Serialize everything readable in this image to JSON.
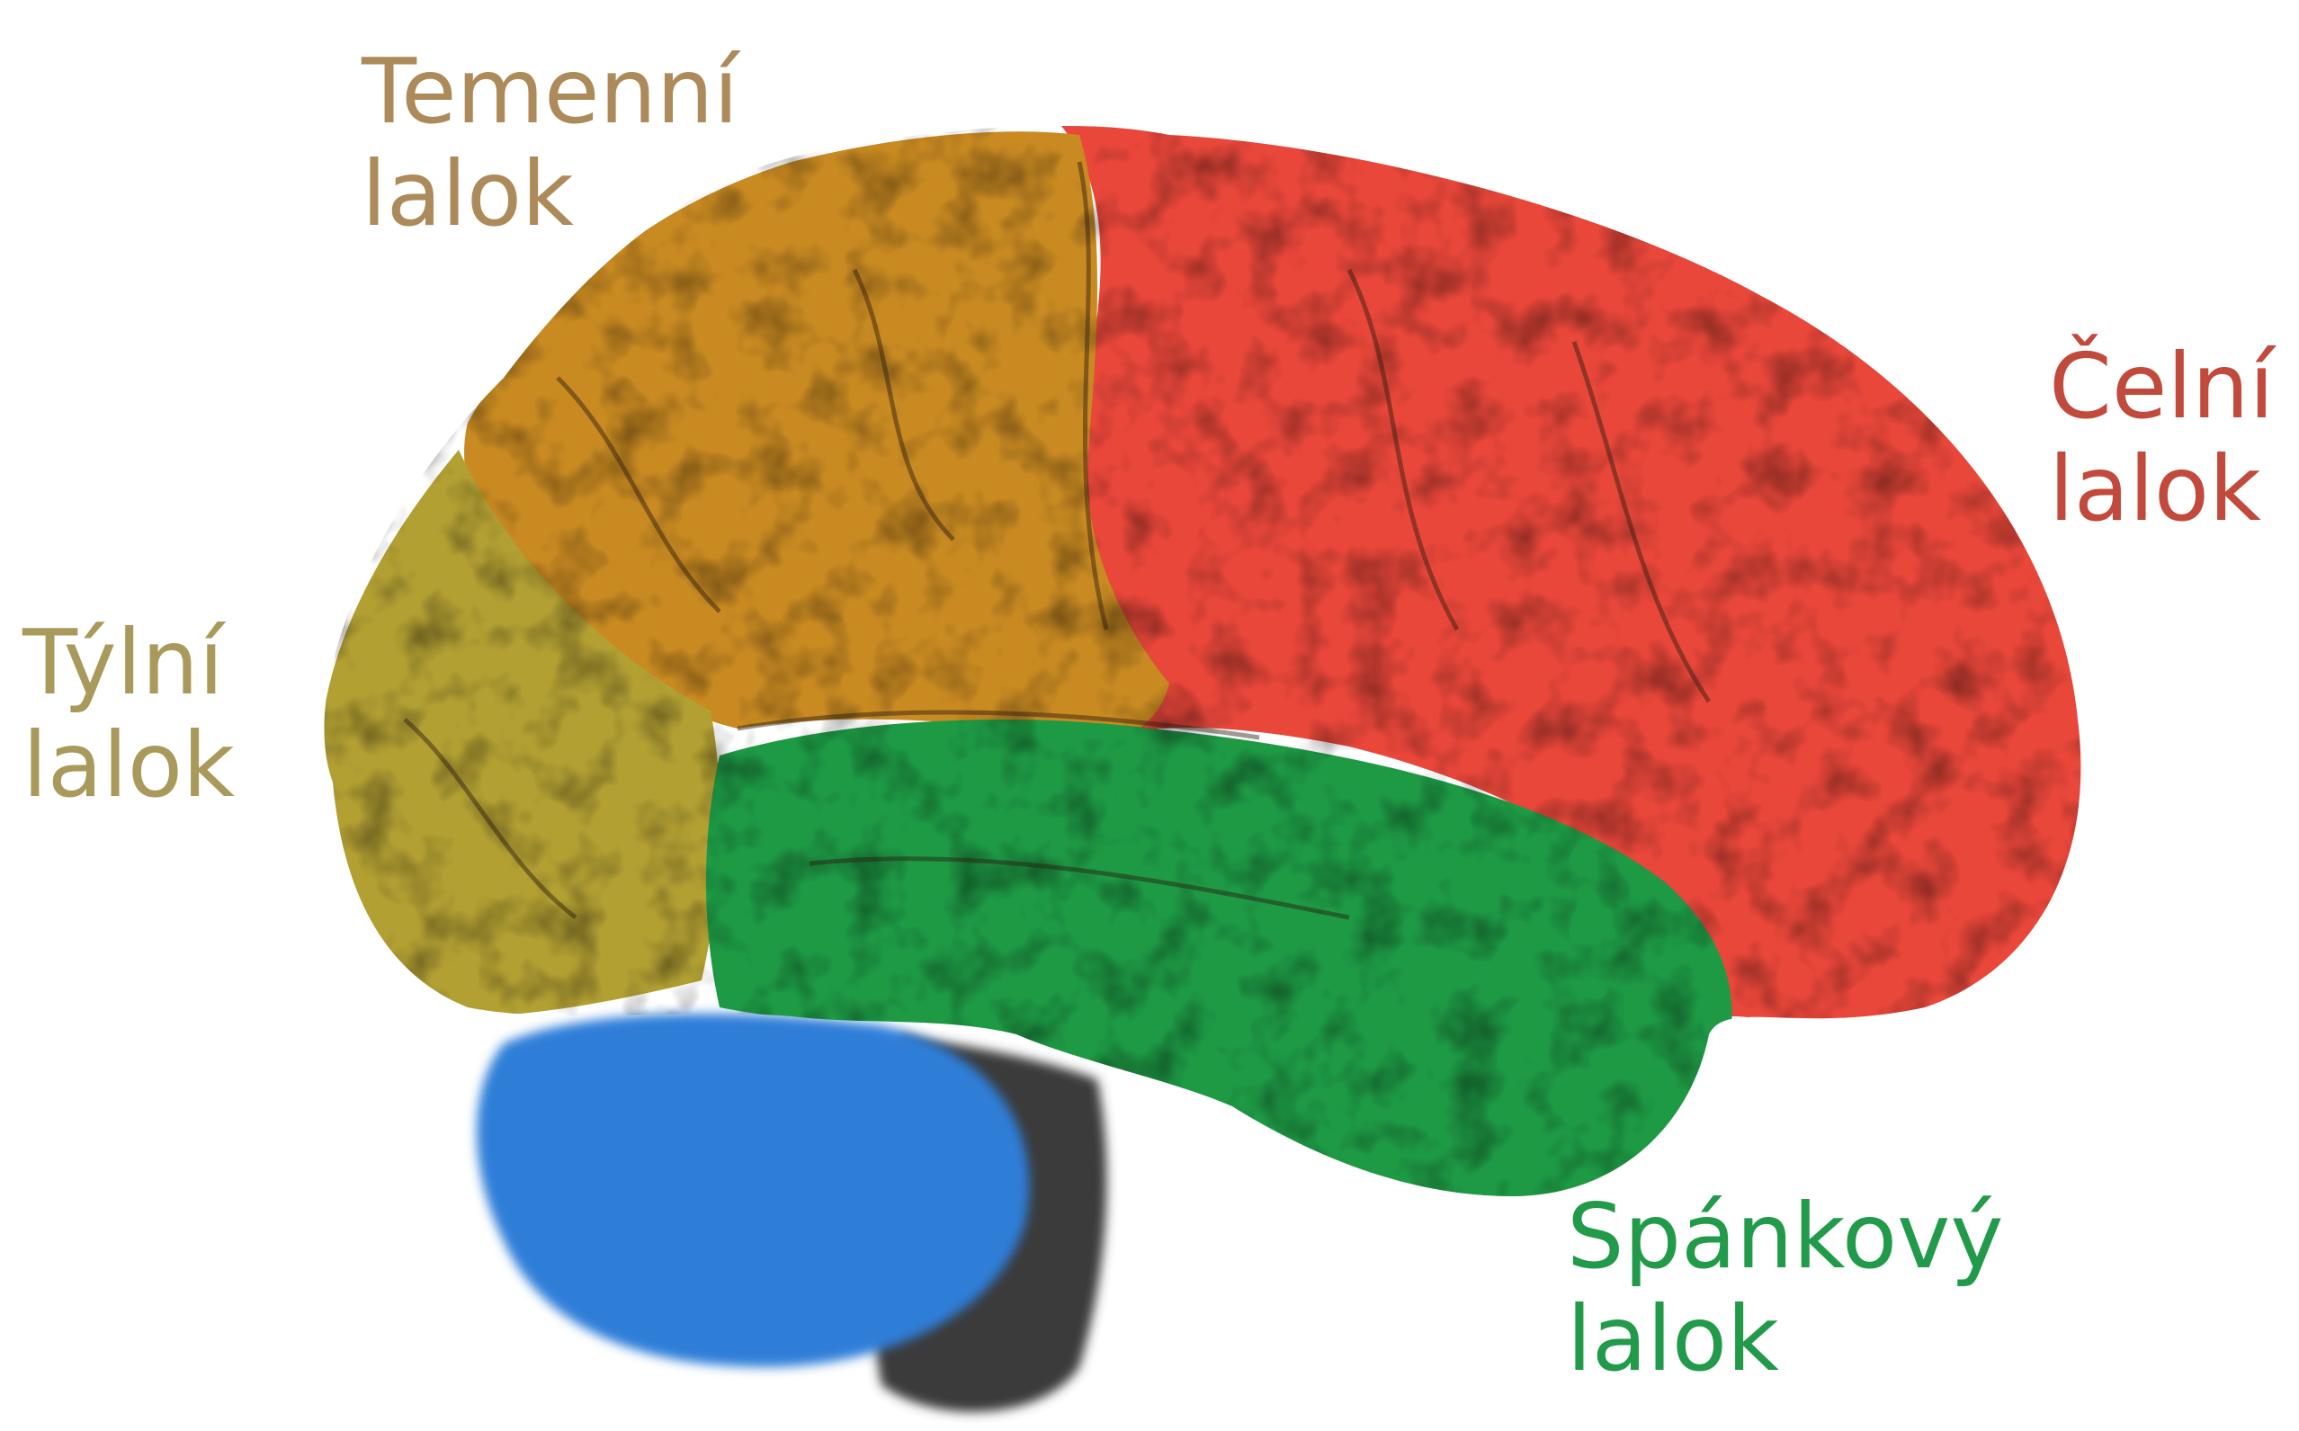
{
  "lobes": [
    {
      "id": "parietal",
      "line1": "Temenní",
      "line2": "lalok",
      "color": "#ad8a5a",
      "fill": "#c98a22"
    },
    {
      "id": "frontal",
      "line1": "Čelní",
      "line2": "lalok",
      "color": "#c24a3c",
      "fill": "#e8473a"
    },
    {
      "id": "occipital",
      "line1": "Týlní",
      "line2": "lalok",
      "color": "#a99a5c",
      "fill": "#b3a033"
    },
    {
      "id": "temporal",
      "line1": "Spánkový",
      "line2": "lalok",
      "color": "#219a4a",
      "fill": "#1e9a45"
    }
  ],
  "cerebellum": {
    "fill": "#2f7ed8"
  },
  "brainstem": {
    "fill": "#3a3a3a"
  }
}
